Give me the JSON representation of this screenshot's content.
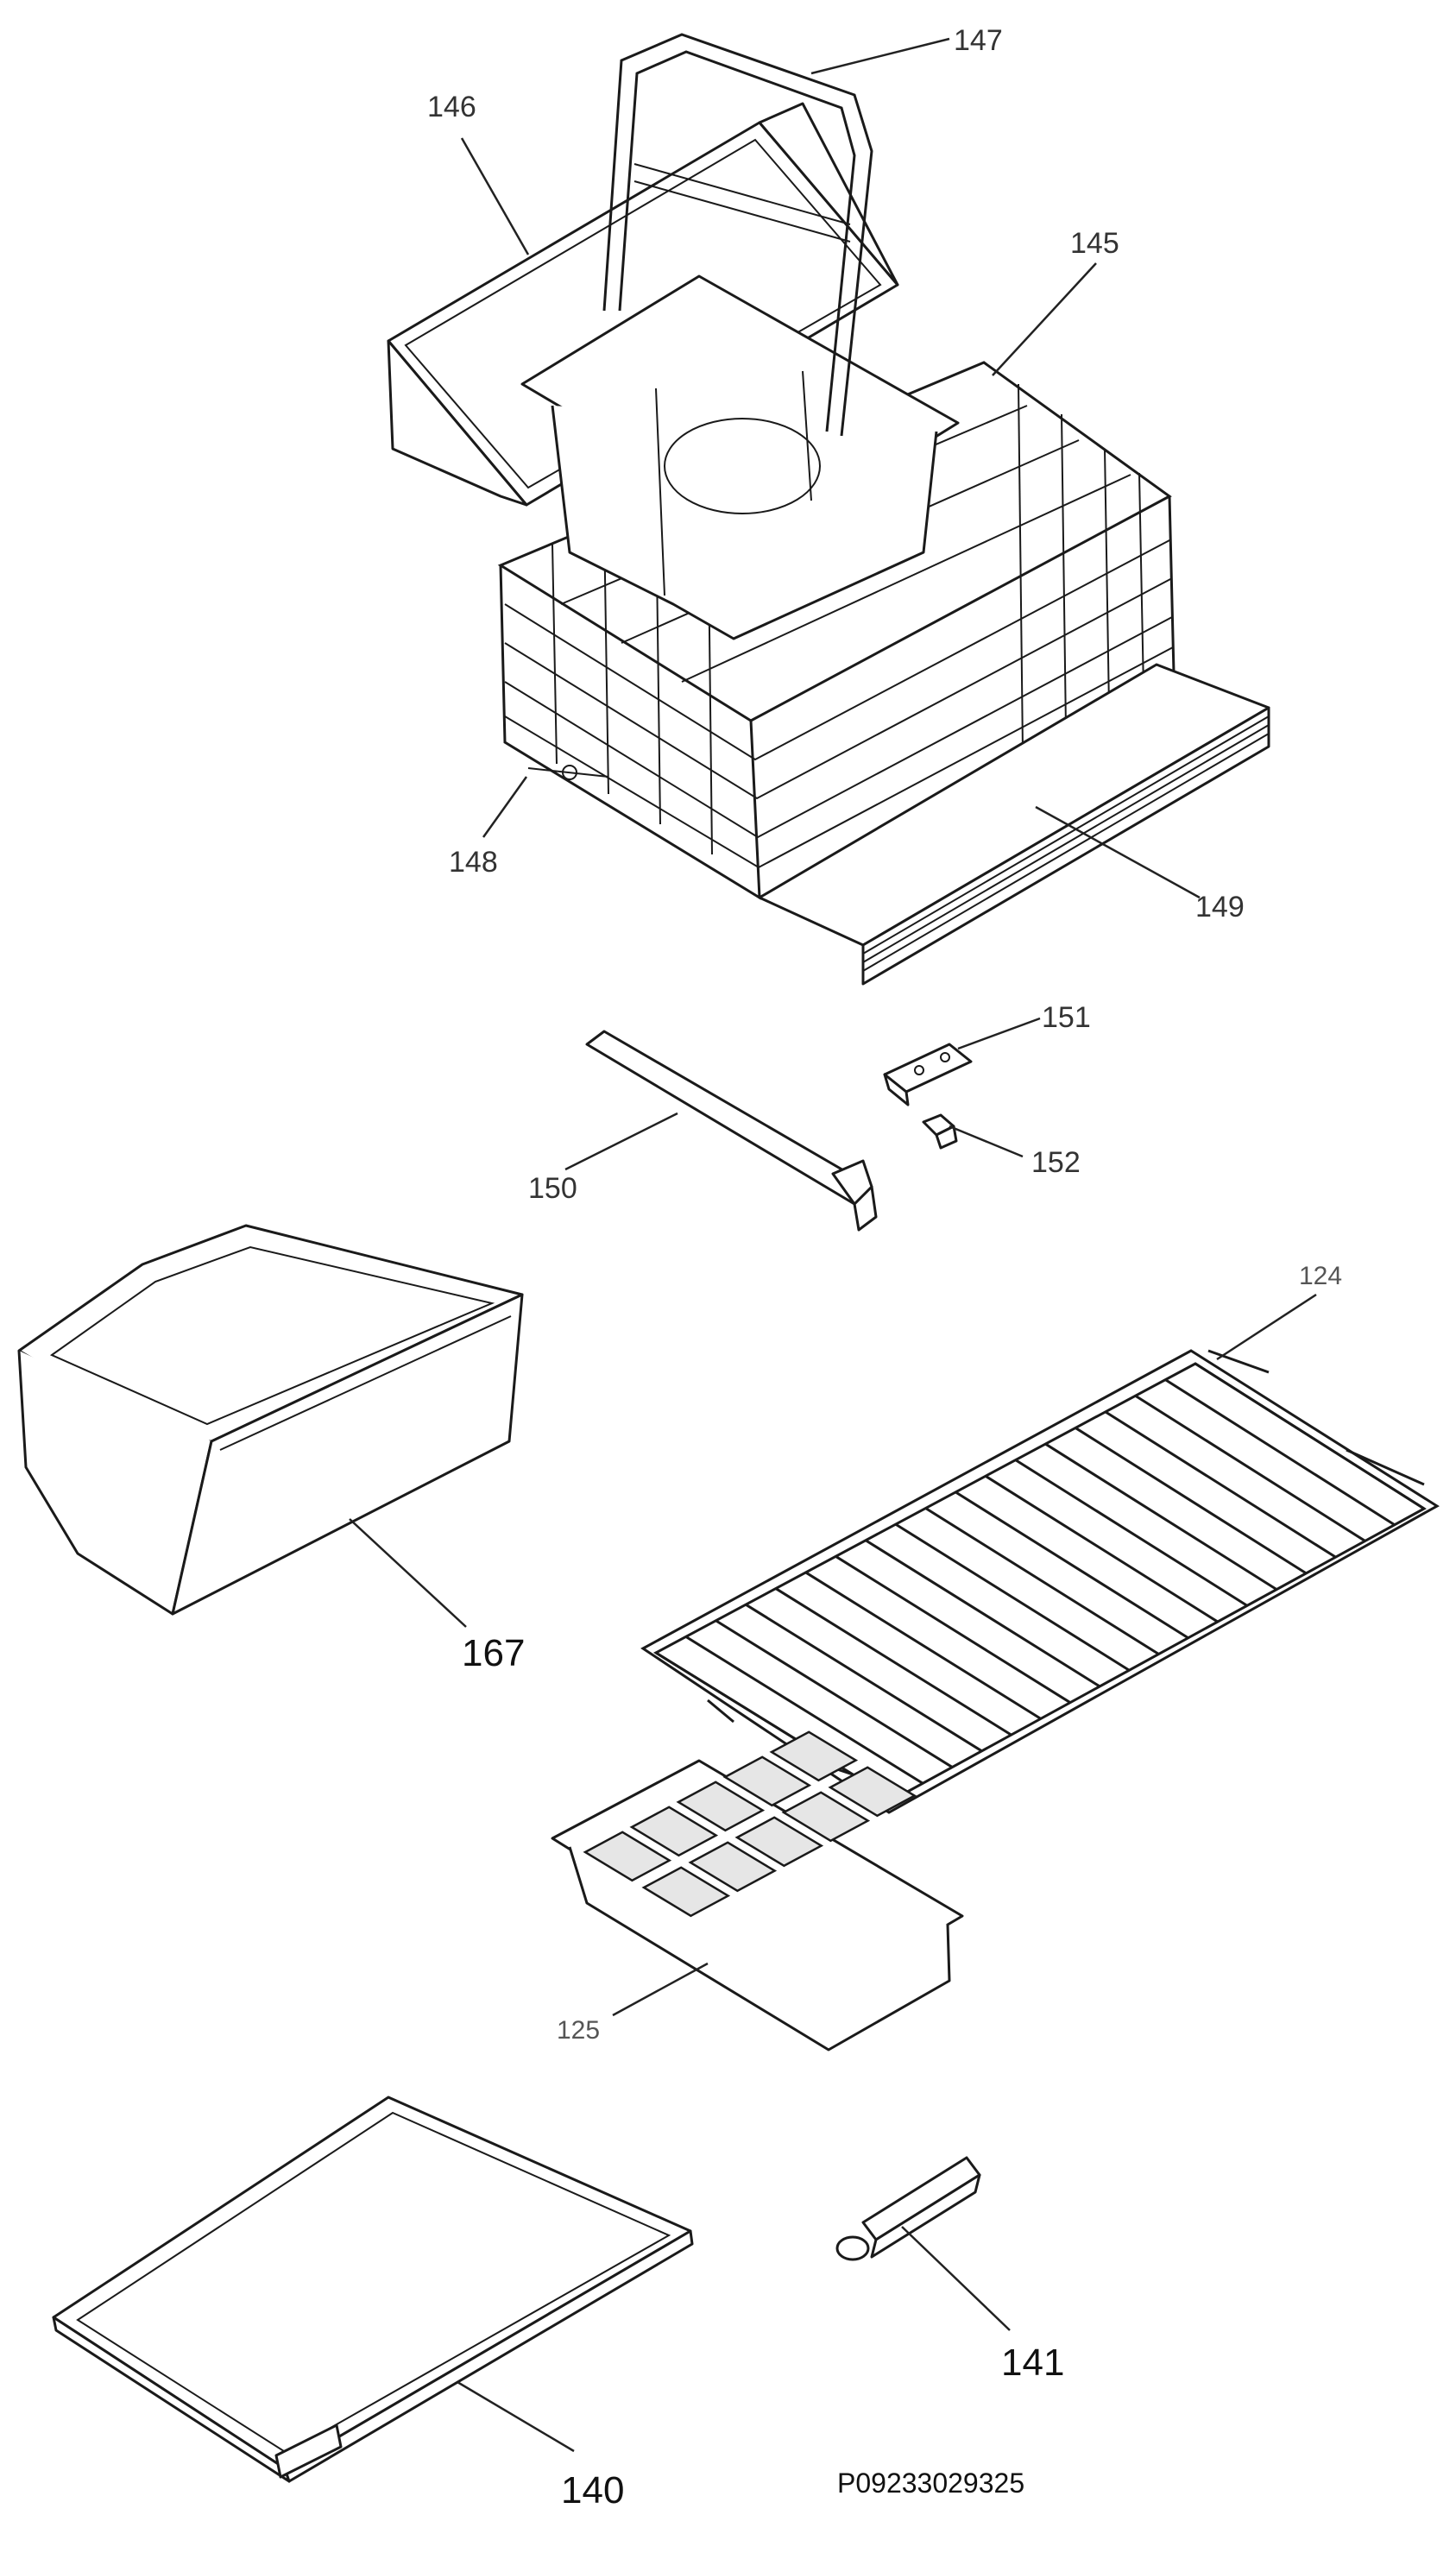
{
  "labels": {
    "l147": "147",
    "l146": "146",
    "l145": "145",
    "l148": "148",
    "l149": "149",
    "l151": "151",
    "l150": "150",
    "l152": "152",
    "l124": "124",
    "l167": "167",
    "l125": "125",
    "l141": "141",
    "l140": "140"
  },
  "drawing_code": "P09233029325"
}
